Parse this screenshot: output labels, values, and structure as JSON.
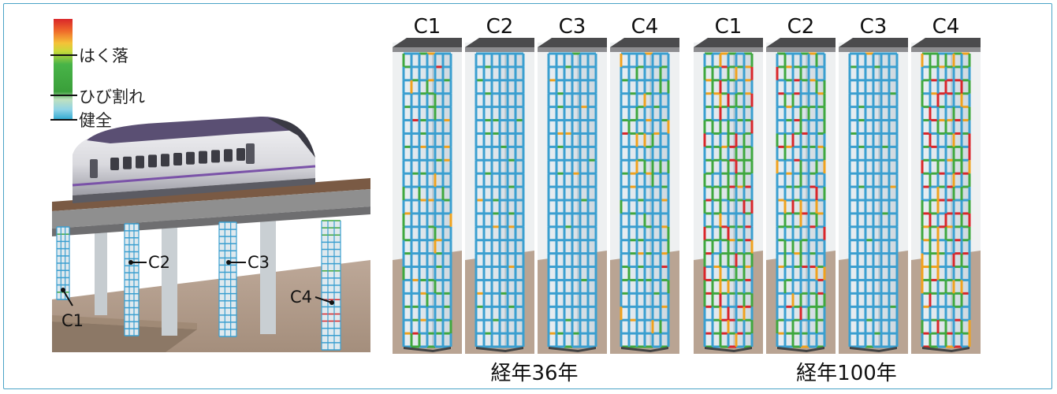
{
  "legend": {
    "items": [
      {
        "label": "はく落"
      },
      {
        "label": "ひび割れ"
      },
      {
        "label": "健全"
      }
    ]
  },
  "scene": {
    "pier_labels": [
      "C1",
      "C2",
      "C3",
      "C4"
    ]
  },
  "panels": [
    {
      "caption": "経年36年",
      "columns": [
        "C1",
        "C2",
        "C3",
        "C4"
      ]
    },
    {
      "caption": "経年100年",
      "columns": [
        "C1",
        "C2",
        "C3",
        "C4"
      ]
    }
  ],
  "colors": {
    "frame": "#4aa3c7",
    "healthy": "#3a9fd0",
    "crack": "#3fa83f",
    "spall": "#d9262a",
    "warn": "#f0a21e"
  }
}
